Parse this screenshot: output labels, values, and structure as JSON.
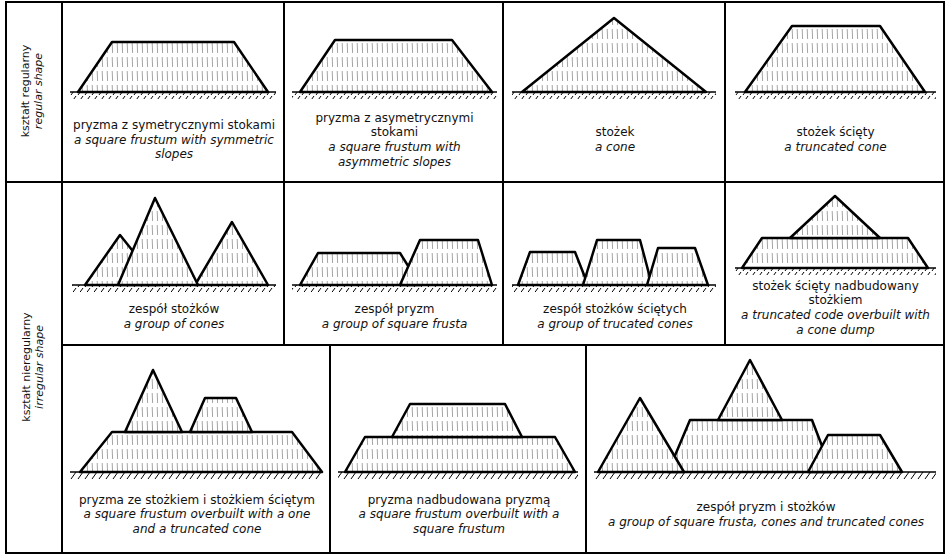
{
  "diagram": {
    "nodes": [
      {
        "text": [
          "kształt regularny",
          "regular shape"
        ]
      },
      {
        "text": [
          "pryzma z symetrycznymi stokami",
          "a square frustum with symmetric slopes"
        ]
      },
      {
        "text": [
          "pryzma z asymetrycznymi stokami",
          "a square frustum with asymmetric slopes"
        ]
      },
      {
        "text": [
          "stożek",
          "a cone"
        ]
      },
      {
        "text": [
          "stożek ścięty",
          "a truncated cone"
        ]
      },
      {
        "text": [
          "kształt nieregularny",
          "irregular shape"
        ]
      },
      {
        "text": [
          "zespół stożków",
          "a group of cones"
        ]
      },
      {
        "text": [
          "zespół pryzm",
          "a group of square frusta"
        ]
      },
      {
        "text": [
          "zespół stożków ściętych",
          "a group of trucated cones"
        ]
      },
      {
        "text": [
          "stożek ścięty nadbudowany stożkiem",
          "a truncated code overbuilt with a cone dump"
        ]
      },
      {
        "text": [
          "pryzma ze stożkiem i stożkiem ściętym",
          "a square frustum overbuilt with a one and a truncated cone"
        ]
      },
      {
        "text": [
          "pryzma nadbudowana pryzmą",
          "a square frustum overbuilt with a square frustum"
        ]
      },
      {
        "text": [
          "zespół pryzm i stożków",
          "a group of square frusta, cones and truncated cones"
        ]
      }
    ],
    "edges": []
  }
}
